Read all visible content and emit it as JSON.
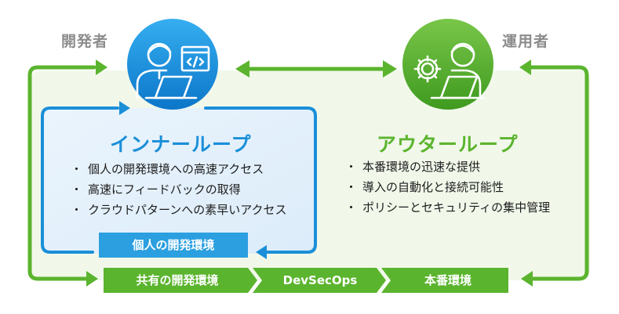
{
  "roles": {
    "developer": "開発者",
    "operator": "運用者"
  },
  "inner_loop": {
    "title": "インナーループ",
    "bullet_mark": "・",
    "items": [
      "個人の開発環境への高速アクセス",
      "高速にフィードバックの取得",
      "クラウドパターンへの素早いアクセス"
    ],
    "environment_label": "個人の開発環境"
  },
  "outer_loop": {
    "title": "アウターループ",
    "bullet_mark": "・",
    "items": [
      "本番環境の迅速な提供",
      "導入の自動化と接続可能性",
      "ポリシーとセキュリティの集中管理"
    ]
  },
  "pipeline": {
    "stages": [
      "共有の開発環境",
      "DevSecOps",
      "本番環境"
    ]
  },
  "colors": {
    "blue": "#1a8fd8",
    "blue_light": "#e8f3fc",
    "green": "#5bb42e",
    "green_light": "#f1f8ea",
    "gray_text": "#8c8c8c"
  },
  "icons": {
    "developer": "developer-with-code-icon",
    "operator": "operator-with-gear-icon"
  }
}
